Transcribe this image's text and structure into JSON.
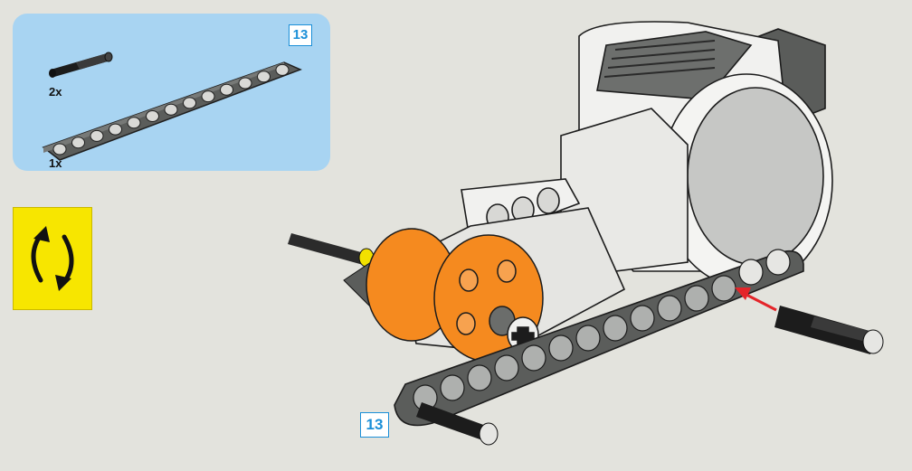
{
  "step_number": "13",
  "parts_panel": {
    "step_number": "13",
    "items": [
      {
        "name": "pin",
        "quantity": "2x"
      },
      {
        "name": "beam",
        "quantity": "1x"
      }
    ]
  },
  "colors": {
    "panel_bg": "#a8d4f2",
    "number_blue": "#1a8fd8",
    "sign_yellow": "#f7e600",
    "beam_gray": "#5b5d5b",
    "motor_white": "#f1f1ef",
    "hub_orange": "#f58a1f",
    "arrow_red": "#e4252a"
  },
  "icons": [
    "rotate-model-icon",
    "insert-arrow-icon"
  ]
}
